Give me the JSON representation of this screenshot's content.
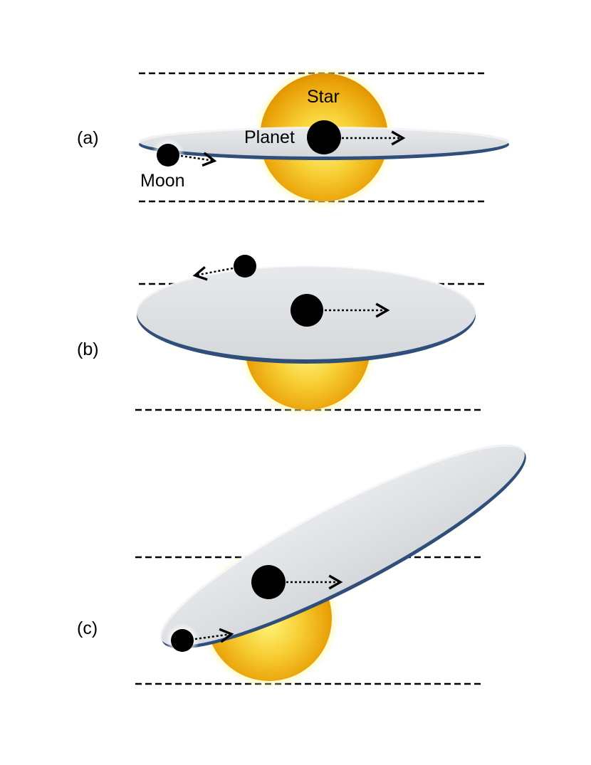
{
  "panels": [
    {
      "label": "(a)"
    },
    {
      "label": "(b)"
    },
    {
      "label": "(c)"
    }
  ],
  "labels": {
    "star": "Star",
    "planet": "Planet",
    "moon": "Moon"
  },
  "colors": {
    "star_core": "#fff27a",
    "star_mid": "#f2b81e",
    "star_edge": "#e59a00",
    "star_glow": "#fff7a8",
    "disk_fill": "#ededed",
    "disk_edge": "#2f4f7a",
    "body": "#000000",
    "dashed_line": "#000000"
  }
}
